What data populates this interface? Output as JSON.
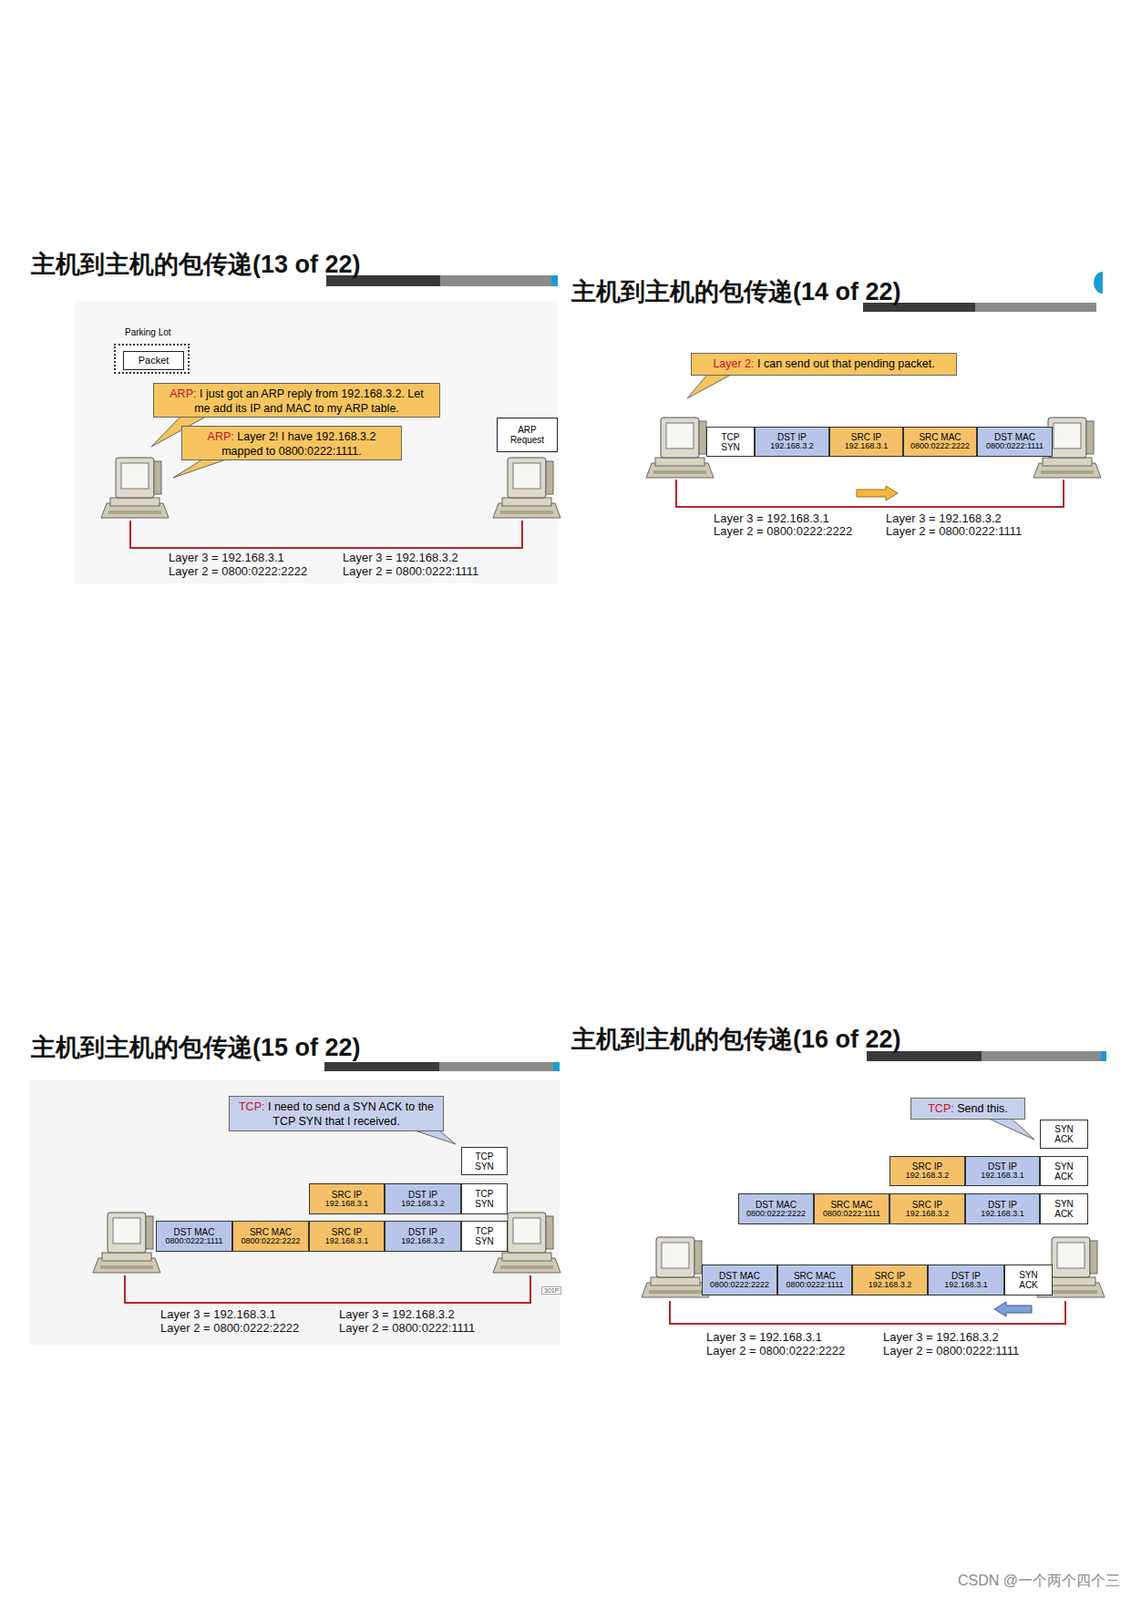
{
  "diagram": {
    "nodes": [
      {
        "text": [
          "Parking Lot"
        ]
      },
      {
        "text": [
          "Packet"
        ],
        "in": 0
      },
      {
        "text": [
          "ARP:",
          "I just got an ARP reply from 192.168.3.2. Let me add its IP and MAC to my ARP table."
        ]
      },
      {
        "text": [
          "ARP:",
          "Layer 2! I have 192.168.3.2 mapped to 0800:0222:1111."
        ]
      },
      {
        "text": [
          "ARP Request"
        ]
      },
      {
        "text": [
          "Layer 2:",
          "I can send out that pending packet."
        ]
      },
      {
        "text": [
          "TCP SYN"
        ]
      },
      {
        "text": [
          "DST IP",
          "192.168.3.2"
        ]
      },
      {
        "text": [
          "SRC IP",
          "192.168.3.1"
        ]
      },
      {
        "text": [
          "SRC MAC",
          "0800:0222:2222"
        ]
      },
      {
        "text": [
          "DST MAC",
          "0800:0222:1111"
        ]
      },
      {
        "text": [
          "TCP:",
          "I need to send a SYN ACK to the TCP SYN that I received."
        ]
      },
      {
        "text": [
          "TCP SYN"
        ]
      },
      {
        "text": [
          "SRC IP",
          "192.168.3.1"
        ]
      },
      {
        "text": [
          "DST IP",
          "192.168.3.2"
        ]
      },
      {
        "text": [
          "TCP SYN"
        ]
      },
      {
        "text": [
          "DST MAC",
          "0800:0222:1111"
        ]
      },
      {
        "text": [
          "SRC MAC",
          "0800:0222:2222"
        ]
      },
      {
        "text": [
          "SRC IP",
          "192.168.3.1"
        ]
      },
      {
        "text": [
          "DST IP",
          "192.168.3.2"
        ]
      },
      {
        "text": [
          "TCP SYN"
        ]
      },
      {
        "text": [
          "TCP:",
          "Send this."
        ]
      },
      {
        "text": [
          "SYN ACK"
        ]
      },
      {
        "text": [
          "SRC IP",
          "192.168.3.2"
        ]
      },
      {
        "text": [
          "DST IP",
          "192.168.3.1"
        ]
      },
      {
        "text": [
          "SYN ACK"
        ]
      },
      {
        "text": [
          "DST MAC",
          "0800:0222:2222"
        ]
      },
      {
        "text": [
          "SRC MAC",
          "0800:0222:1111"
        ]
      },
      {
        "text": [
          "SRC IP",
          "192.168.3.2"
        ]
      },
      {
        "text": [
          "DST IP",
          "192.168.3.1"
        ]
      },
      {
        "text": [
          "SYN ACK"
        ]
      },
      {
        "text": [
          "DST MAC",
          "0800:0222:2222"
        ]
      },
      {
        "text": [
          "SRC MAC",
          "0800:0222:1111"
        ]
      },
      {
        "text": [
          "SRC IP",
          "192.168.3.2"
        ]
      },
      {
        "text": [
          "DST IP",
          "192.168.3.1"
        ]
      },
      {
        "text": [
          "SYN ACK"
        ]
      }
    ],
    "labels": [
      "主机到主机的包传递(13 of 22)",
      "Layer 3 = 192.168.3.1",
      "Layer 2 = 0800:0222:2222",
      "Layer 3 = 192.168.3.2",
      "Layer 2 = 0800:0222:1111",
      "主机到主机的包传递(14 of 22)",
      "Layer 3 = 192.168.3.1",
      "Layer 2 = 0800:0222:2222",
      "Layer 3 = 192.168.3.2",
      "Layer 2 = 0800:0222:1111",
      "主机到主机的包传递(15 of 22)",
      "Layer 3 = 192.168.3.1",
      "Layer 2 = 0800:0222:2222",
      "Layer 3 = 192.168.3.2",
      "Layer 2 = 0800:0222:1111",
      "301P",
      "主机到主机的包传递(16 of 22)",
      "Layer 3 = 192.168.3.1",
      "Layer 2 = 0800:0222:2222",
      "Layer 3 = 192.168.3.2",
      "Layer 2 = 0800:0222:1111",
      "CSDN @一个两个四个三"
    ]
  }
}
